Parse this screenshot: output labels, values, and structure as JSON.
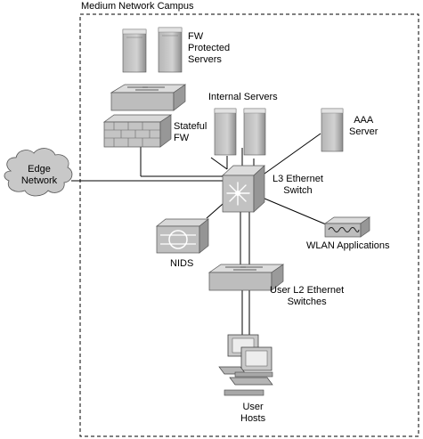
{
  "campus_label": "Medium Network Campus",
  "labels": {
    "fw_protected_servers": [
      "FW",
      "Protected",
      "Servers"
    ],
    "internal_servers": "Internal Servers",
    "aaa_server": [
      "AAA",
      "Server"
    ],
    "stateful_fw": [
      "Stateful",
      "FW"
    ],
    "edge_network": [
      "Edge",
      "Network"
    ],
    "l3_switch": [
      "L3 Ethernet",
      "Switch"
    ],
    "nids": "NIDS",
    "wlan_applications": "WLAN Applications",
    "user_l2_switches": [
      "User L2 Ethernet",
      "Switches"
    ],
    "user_hosts": [
      "User",
      "Hosts"
    ]
  },
  "icons": [
    "fw-server-icon",
    "fw-server-icon",
    "access-switch-icon",
    "firewall-icon",
    "internal-server-icon",
    "internal-server-icon",
    "aaa-server-icon",
    "cloud-icon",
    "l3-switch-icon",
    "nids-icon",
    "wlan-access-point-icon",
    "l2-switch-icon",
    "workstation-icon"
  ],
  "colors": {
    "device_fill": "#c8c8c8",
    "device_dark": "#8c8c8c",
    "line": "#000000"
  }
}
